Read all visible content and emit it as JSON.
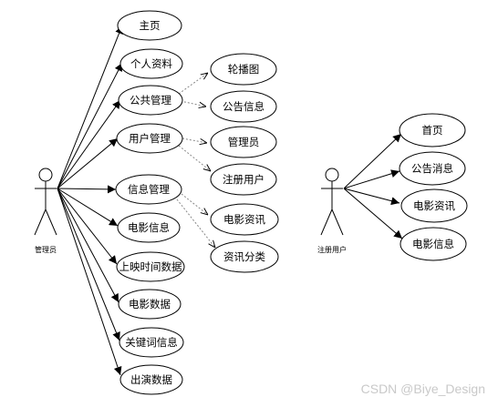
{
  "actors": {
    "admin": {
      "name": "管理员"
    },
    "user": {
      "name": "注册用户"
    }
  },
  "admin_use_cases": [
    "主页",
    "个人资料",
    "公共管理",
    "用户管理",
    "信息管理",
    "电影信息",
    "上映时间数据",
    "电影数据",
    "关键词信息",
    "出演数据"
  ],
  "public_mgmt_children": [
    "轮播图",
    "公告信息"
  ],
  "user_mgmt_children": [
    "管理员",
    "注册用户"
  ],
  "info_mgmt_children": [
    "电影资讯",
    "资讯分类"
  ],
  "user_use_cases": [
    "首页",
    "公告消息",
    "电影资讯",
    "电影信息"
  ],
  "watermark": "CSDN @Biye_Design"
}
